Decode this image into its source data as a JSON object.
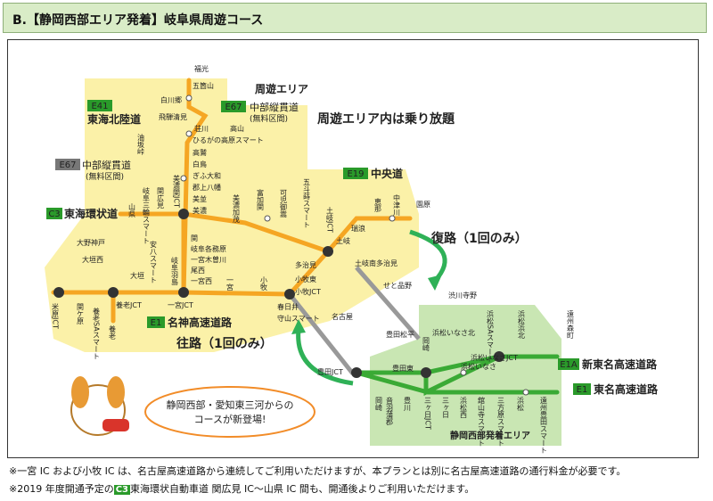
{
  "header": {
    "title": "B.【静岡西部エリア発着】岐阜県周遊コース"
  },
  "labels": {
    "area_yellow": "周遊エリア",
    "area_free": "周遊エリア内は乗り放題",
    "area_green": "静岡西部発着エリア",
    "return_route": "復路（1回のみ）",
    "out_route": "往路（1回のみ）",
    "bubble_line1": "静岡西部・愛知東三河からの",
    "bubble_line2": "コースが新登場!"
  },
  "roads": {
    "e41": {
      "code": "E41",
      "name": "東海北陸道"
    },
    "e67a": {
      "code": "E67",
      "name": "中部縦貫道",
      "sub": "(無料区間)"
    },
    "e67b": {
      "code": "E67",
      "name": "中部縦貫道",
      "sub": "(無料区間)"
    },
    "e19": {
      "code": "E19",
      "name": "中央道"
    },
    "c3": {
      "code": "C3",
      "name": "東海環状道"
    },
    "e1m": {
      "code": "E1",
      "name": "名神高速道路"
    },
    "e1a": {
      "code": "E1A",
      "name": "新東名高速道路"
    },
    "e1": {
      "code": "E1",
      "name": "東名高速道路"
    }
  },
  "places": {
    "fukumitsu": "福光",
    "gokayama": "五箇山",
    "shirakawago": "白川郷",
    "hidakiyomi": "飛騨清見",
    "shokawa": "荘川",
    "takayama": "高山",
    "hirugano": "ひるがの高原スマート",
    "takasu": "高鷲",
    "shirotori": "白鳥",
    "gujoyamato": "ぎふ大和",
    "gujohachiman": "郡上八幡",
    "mino": "美並",
    "minoshi": "美濃",
    "aburasaka": "油坂峠",
    "minoseki": "美濃関JCT",
    "seki": "関",
    "gifukakamigahara": "岐阜各務原",
    "ichinomiyakisogawa": "一宮木曽川",
    "owarimi": "尾西",
    "ichinomiyanishi": "一宮西",
    "gifuhashima": "岐阜羽島",
    "ichinomiyajct": "一宮JCT",
    "ichinomiya": "一宮",
    "komaki": "小牧",
    "tomika": "富加関",
    "minokamo": "美濃加茂",
    "kani": "可児御嵩",
    "gomaki": "五斗蒔スマート",
    "tokijct": "土岐JCT",
    "toki": "土岐",
    "mizunami": "瑞浪",
    "ena": "恵那",
    "nakatsugawa": "中津川",
    "sonohara": "園原",
    "tajimi": "多治見",
    "komakihigashi": "小牧東",
    "komakijct": "小牧JCT",
    "kasugai": "春日井",
    "moriyama": "守山スマート",
    "tokiminamitajimi": "土岐南多治見",
    "setoshinano": "せと品野",
    "nagoya": "名古屋",
    "toyotamatsudaira": "豊田松平",
    "toyotahigashi": "豊田東",
    "toyotajct": "豊田JCT",
    "hamamatsuinasajct": "浜松いなさJCT",
    "hamamatsuinasakita": "浜松いなさ北",
    "hamamatsusa": "浜松SAスマート",
    "hamamatsuhamakita": "浜松浜北",
    "enshumorimachi": "遠州森町",
    "hamamatsuinasa": "浜松いなさ",
    "shibukawa": "渋川寺野",
    "okazaki": "岡崎",
    "otobara": "音羽蒲郡",
    "toyokawa": "豊川",
    "mikkabi": "三ヶ日JCT",
    "mikkabi2": "三ヶ日",
    "hamanako": "浜松西",
    "kansanji": "舘山寺スマート",
    "hamamatsunishi": "浜松西",
    "mikatagahara": "三方原スマート",
    "hamamatsu": "浜松",
    "enshutoyoda": "遠州豊田スマート",
    "yana": "山県",
    "gifumitsu": "岐阜三輪スマート",
    "sekihiro": "関広見",
    "yatomi": "大野神戸",
    "ogakinishi": "大垣西",
    "ogaki": "大垣",
    "anpachi": "安八スマート",
    "yoro": "養老JCT",
    "yorosa": "養老SAスマート",
    "yoro2": "養老",
    "sekigahara": "関ケ原",
    "maibara": "米原JCT"
  },
  "notes": {
    "n1": "※一宮 IC および小牧 IC は、名古屋高速道路から連続してご利用いただけますが、本プランとは別に名古屋高速道路の通行料金が必要です。",
    "n2a": "※2019 年度開通予定の",
    "n2c3": "C3",
    "n2b": "東海環状自動車道 関広見 IC～山県 IC 間も、開通後よりご利用いただけます。"
  },
  "colors": {
    "yellow_area": "#fbf1a8",
    "green_area": "#c9e6b3",
    "orange_line": "#f5a623",
    "green_line": "#3aaa35",
    "arrow_green": "#2fb157"
  }
}
